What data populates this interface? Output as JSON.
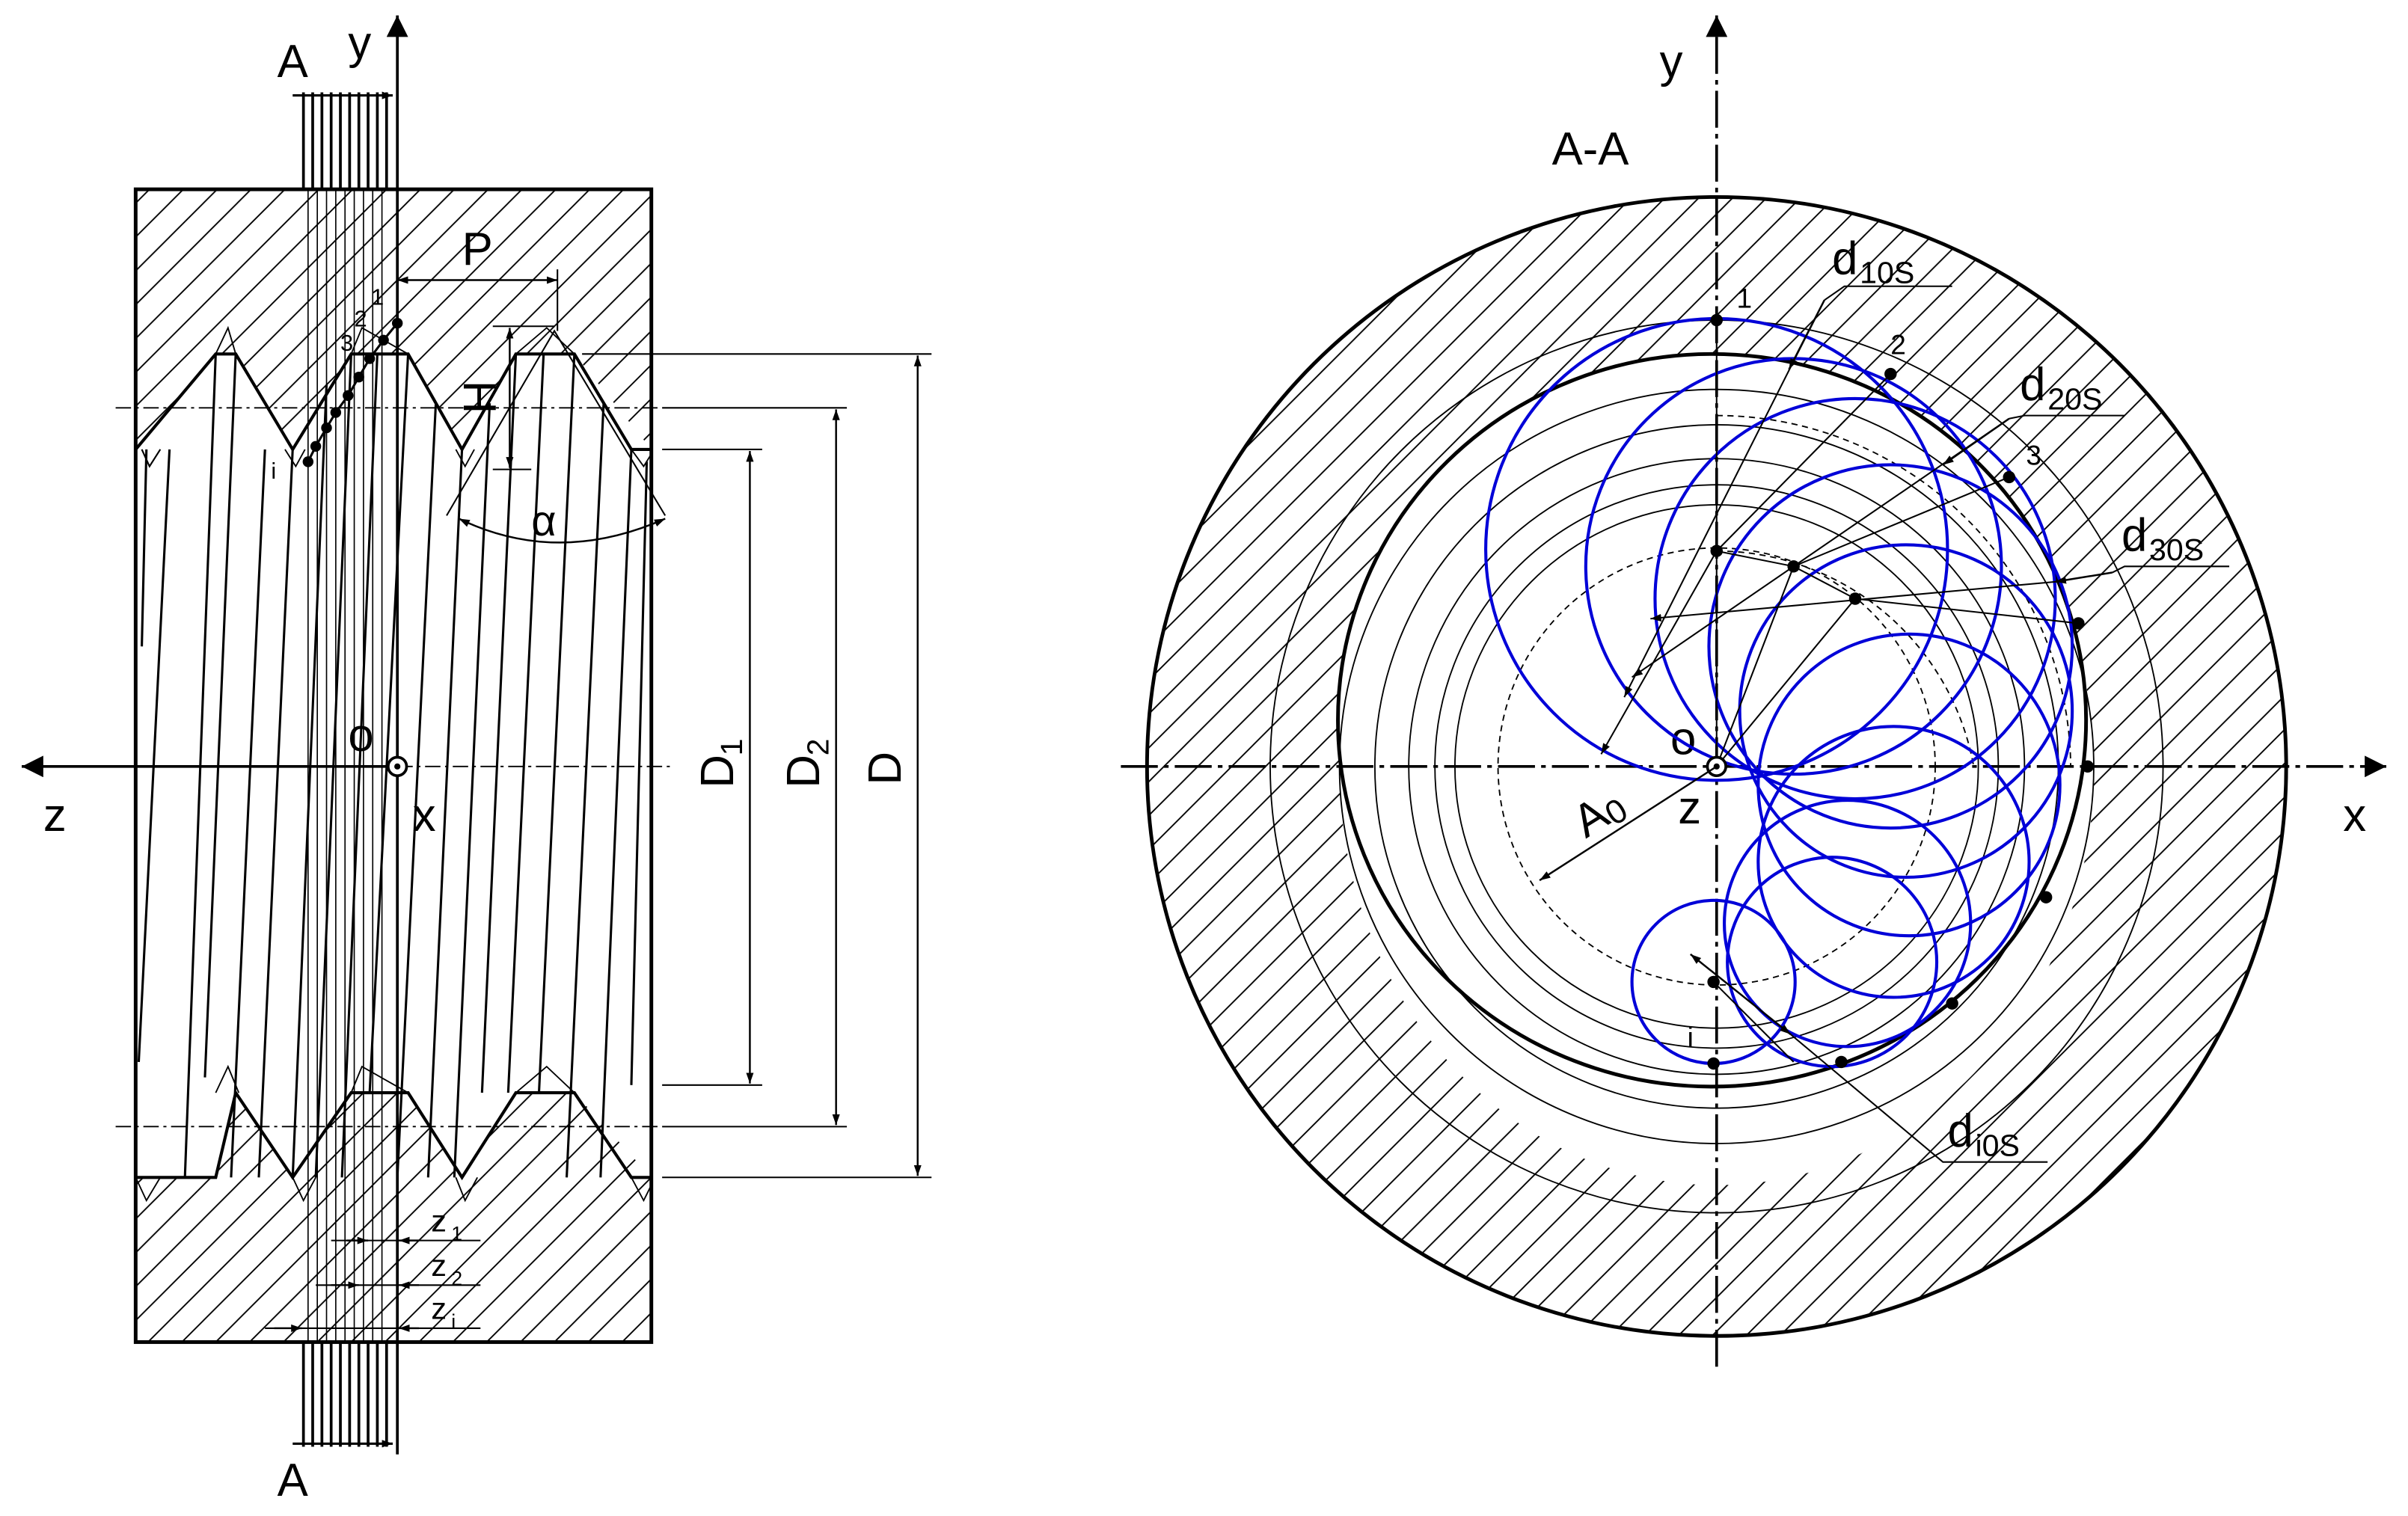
{
  "colors": {
    "ink": "#000000",
    "blue": "#0000d8",
    "background": "#ffffff"
  },
  "left_view": {
    "labels": {
      "section_top": "A",
      "section_bottom": "A",
      "axis_y": "y",
      "axis_z": "z",
      "axis_x": "x",
      "origin": "o",
      "pitch": "P",
      "height": "H",
      "angle": "α",
      "d1_main": "D",
      "d1_sub": "1",
      "d2_main": "D",
      "d2_sub": "2",
      "d": "D",
      "pt_1": "1",
      "pt_2": "2",
      "pt_3": "3",
      "pt_i": "i",
      "z1_main": "z",
      "z1_sub": "1",
      "z2_main": "z",
      "z2_sub": "2",
      "zi_main": "z",
      "zi_sub": "i"
    }
  },
  "right_view": {
    "labels": {
      "title": "A-A",
      "axis_y": "y",
      "axis_x": "x",
      "axis_z": "z",
      "origin": "o",
      "a0_main": "A",
      "a0_sub": "0",
      "pt_1": "1",
      "pt_2": "2",
      "pt_3": "3",
      "pt_i": "i",
      "d10s_main": "d",
      "d10s_sub": "10S",
      "d20s_main": "d",
      "d20s_sub": "20S",
      "d30s_main": "d",
      "d30s_sub": "30S",
      "di0s_main": "d",
      "di0s_sub": "i0S"
    }
  }
}
